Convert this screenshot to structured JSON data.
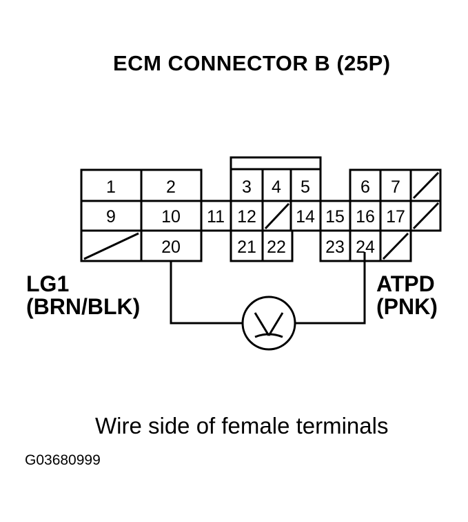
{
  "title": "ECM CONNECTOR B (25P)",
  "left_wire": {
    "line1": "LG1",
    "line2": "(BRN/BLK)"
  },
  "right_wire": {
    "line1": "ATPD",
    "line2": "(PNK)"
  },
  "caption": "Wire side of female terminals",
  "figure_id": "G03680999",
  "meter_symbol": "V",
  "terminals": [
    "1",
    "2",
    "3",
    "4",
    "5",
    "6",
    "7",
    "9",
    "10",
    "11",
    "12",
    "14",
    "15",
    "16",
    "17",
    "20",
    "21",
    "22",
    "23",
    "24"
  ]
}
